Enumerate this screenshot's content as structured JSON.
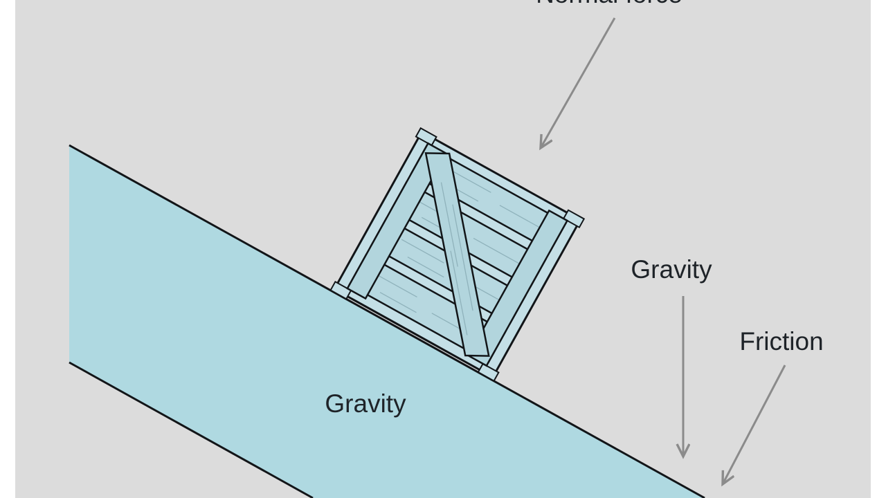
{
  "labels": {
    "normal_force": "Normal force",
    "gravity_right": "Gravity",
    "friction": "Friction",
    "gravity_ramp": "Gravity"
  },
  "colors": {
    "background_panel": "#dcdcdc",
    "side_margins": "#ffffff",
    "ramp_fill": "#afd9e1",
    "crate_frame": "#c4dfe6",
    "crate_board": "#b7d8e0",
    "crate_post": "#b2d5dd",
    "outline": "#121518",
    "arrow": "#8b8b8b",
    "text": "#1e2328"
  }
}
